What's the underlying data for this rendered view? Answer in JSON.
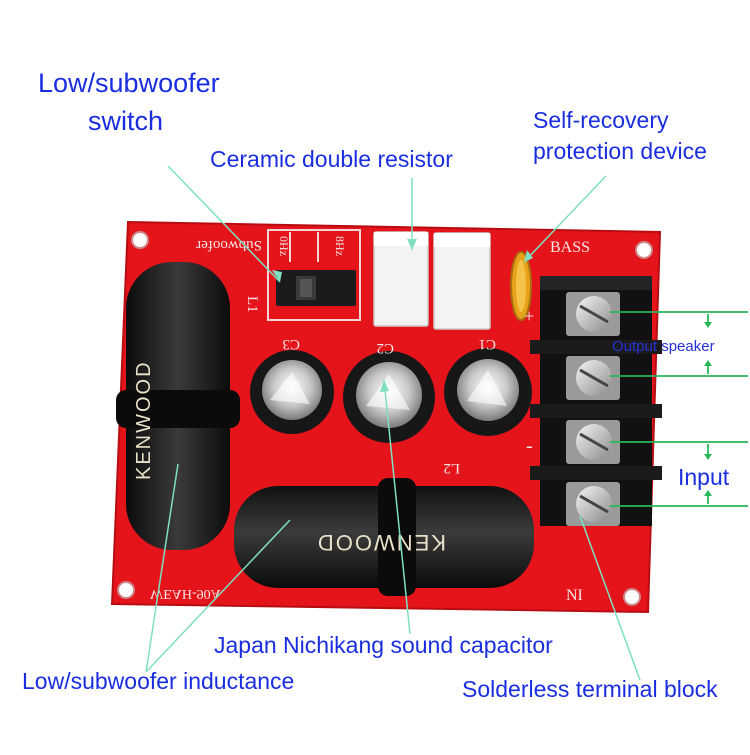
{
  "labels": {
    "switch_line1": "Low/subwoofer",
    "switch_line2": "switch",
    "ceramic_resistor": "Ceramic double resistor",
    "self_recovery_line1": "Self-recovery",
    "self_recovery_line2": "protection device",
    "output_speaker": "Output speaker",
    "input": "Input",
    "capacitor": "Japan Nichikang sound capacitor",
    "inductance": "Low/subwoofer inductance",
    "terminal_block": "Solderless terminal block"
  },
  "silkscreen": {
    "subwoofer": "Subwoofer",
    "ohz": "0Hz",
    "ehz": "8Hz",
    "l1": "L1",
    "c3": "C3",
    "c2": "C2",
    "c1": "C1",
    "l2": "L2",
    "bass": "BASS",
    "in": "NI",
    "model": "WEAH-90A",
    "plus": "+",
    "minus": "-"
  },
  "brand": {
    "inductor_left": "KENWOOD",
    "inductor_bottom": "KENWOOD"
  },
  "colors": {
    "board": "#e5141b",
    "label": "#1a2ee0",
    "pointer": "#7ee0c0",
    "wire": "#26b85a"
  }
}
